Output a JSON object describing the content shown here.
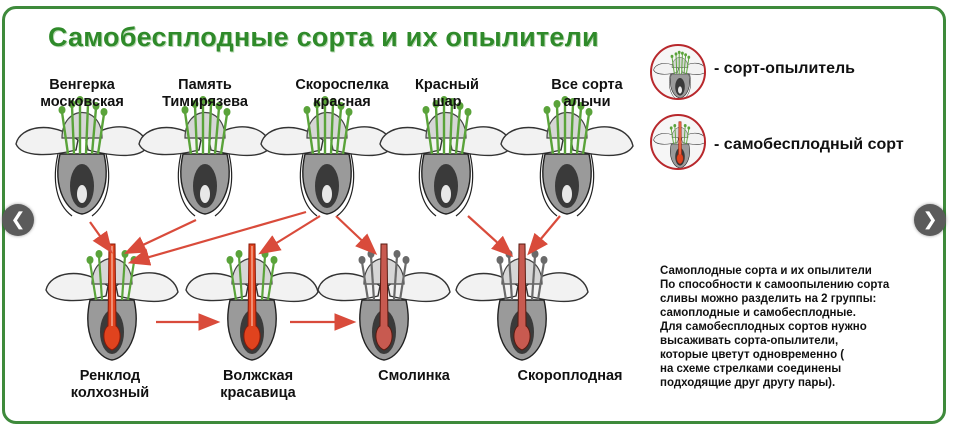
{
  "title": "Самобесплодные сорта и их опылители",
  "pollinators": [
    {
      "line1": "Венгерка",
      "line2": "московская"
    },
    {
      "line1": "Память",
      "line2": "Тимирязева"
    },
    {
      "line1": "Скороспелка",
      "line2": "красная"
    },
    {
      "line1": "Красный",
      "line2": "шар"
    },
    {
      "line1": "Все сорта",
      "line2": "алычи"
    }
  ],
  "self_sterile": [
    {
      "line1": "Ренклод",
      "line2": "колхозный"
    },
    {
      "line1": "Волжская",
      "line2": "красавица"
    },
    {
      "line1": "Смолинка",
      "line2": ""
    },
    {
      "line1": "Скороплодная",
      "line2": ""
    }
  ],
  "legend": {
    "pollinator": "- сорт-опылитель",
    "self_sterile": "- самобесплодный сорт"
  },
  "note": [
    "Самоплодные сорта и их опылители",
    "По способности к самоопылению сорта",
    "сливы можно разделить на 2 группы:",
    "самоплодные и самобесплодные.",
    "Для самобесплодных сортов нужно",
    "высаживать сорта-опылители,",
    "которые цветут одновременно (",
    "на схеме стрелками соединены",
    "подходящие друг другу пары)."
  ],
  "nav": {
    "prev_icon": "chevron-left-icon",
    "next_icon": "chevron-right-icon"
  },
  "colors": {
    "frame": "#3e8a3b",
    "title": "#2f8a2a",
    "arrow": "#d94b3b",
    "stamen": "#5aa33a",
    "pistil": "#e0431e"
  }
}
